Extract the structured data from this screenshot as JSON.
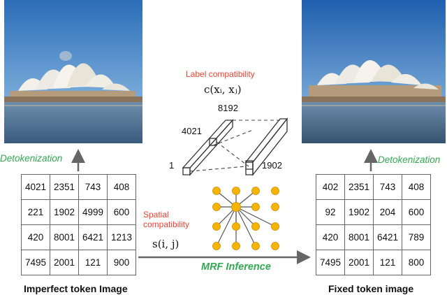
{
  "left_panel": {
    "detokenization_label": "Detokenization",
    "caption": "Imperfect token Image",
    "tokens": [
      [
        "4021",
        "2351",
        "743",
        "408"
      ],
      [
        "221",
        "1902",
        "4999",
        "600"
      ],
      [
        "420",
        "8001",
        "6421",
        "1213"
      ],
      [
        "7495",
        "2001",
        "121",
        "900"
      ]
    ]
  },
  "right_panel": {
    "detokenization_label": "Detokenization",
    "caption": "Fixed token image",
    "tokens": [
      [
        "402",
        "2351",
        "743",
        "408"
      ],
      [
        "92",
        "1902",
        "204",
        "600"
      ],
      [
        "420",
        "8001",
        "6421",
        "789"
      ],
      [
        "7495",
        "2001",
        "121",
        "800"
      ]
    ]
  },
  "label_compatibility": {
    "title": "Label compatibility",
    "formula": "c(xᵢ, xⱼ)",
    "labels": {
      "top": "8192",
      "left": "4021",
      "bottom_left": "1",
      "bottom_right": "1902"
    }
  },
  "spatial_compatibility": {
    "title_line1": "Spatial",
    "title_line2": "compatibility",
    "formula": "s(i, j)"
  },
  "inference_label": "MRF Inference",
  "colors": {
    "accent_green": "#34a853",
    "accent_red": "#ea4335",
    "node_fill": "#f4b400",
    "arrow": "#666666"
  }
}
